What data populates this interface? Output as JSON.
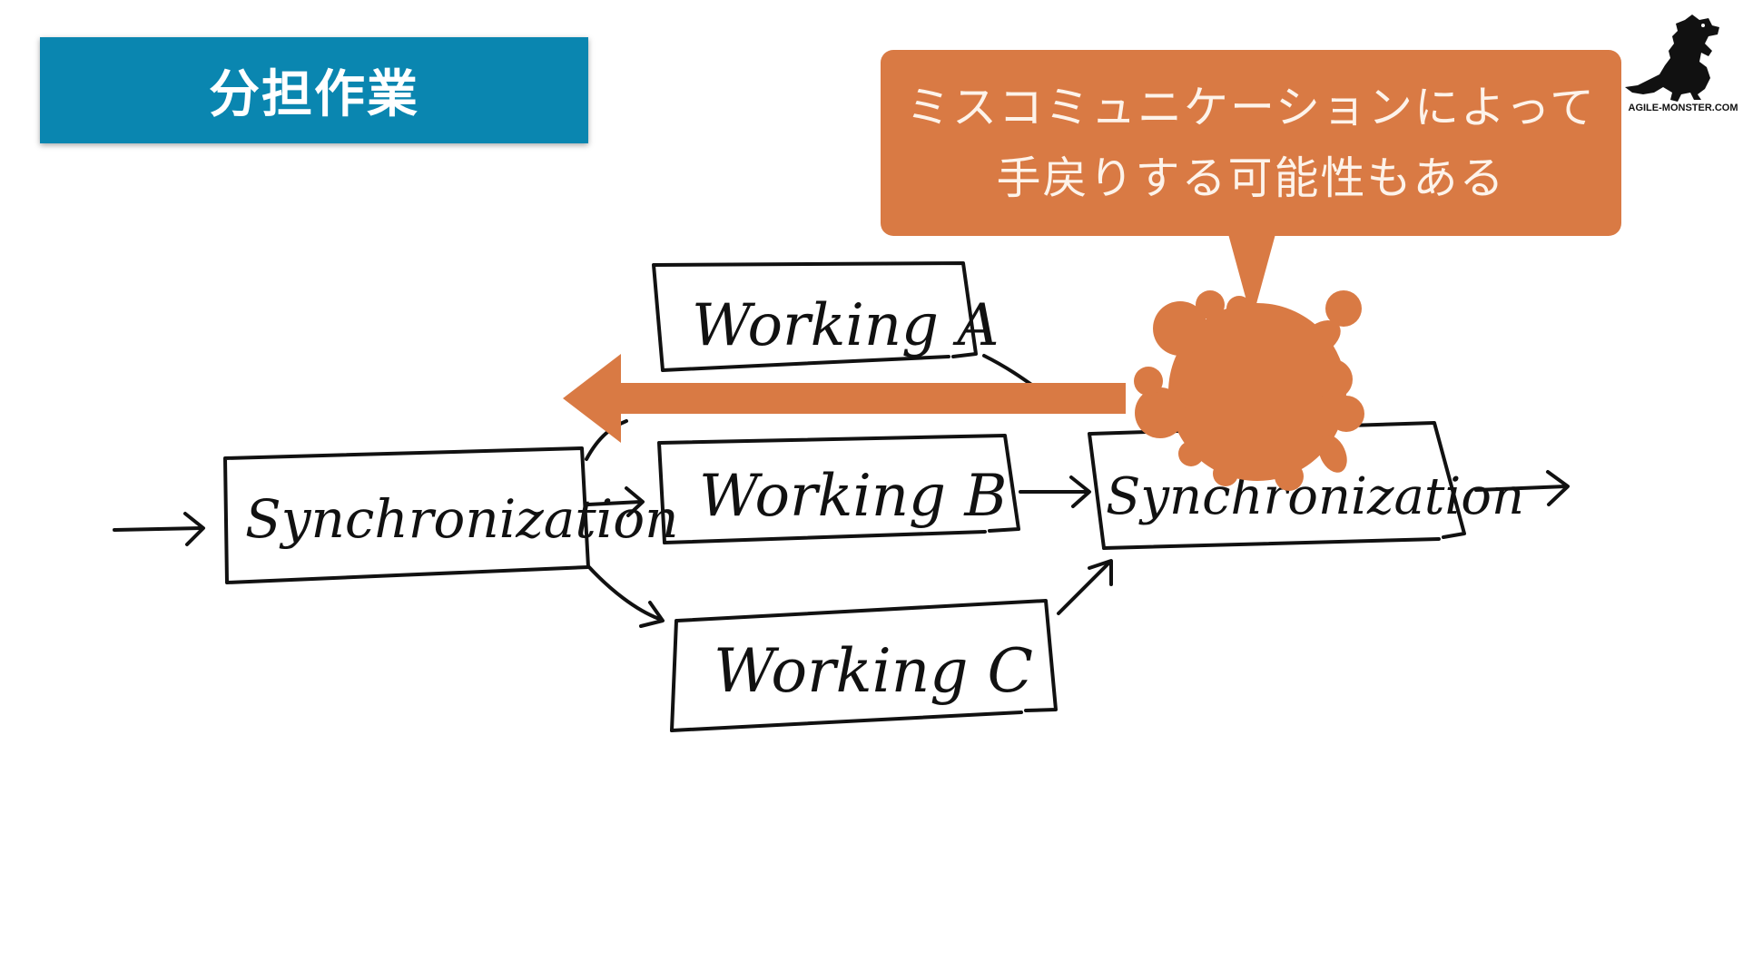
{
  "title": "分担作業",
  "callout": {
    "line1": "ミスコミュニケーションによって",
    "line2": "手戻りする可能性もある"
  },
  "logo": {
    "icon": "monster-silhouette-icon",
    "text": "AGILE-MONSTER.COM"
  },
  "diagram": {
    "sync_left_label": "Synchronization",
    "working_a_label": "Working A",
    "working_b_label": "Working B",
    "working_c_label": "Working C",
    "sync_right_label": "Synchronization"
  },
  "colors": {
    "banner": "#0a86b0",
    "accent_orange": "#d97a44",
    "ink": "#111111"
  },
  "icons": [
    "monster-silhouette-icon",
    "splat-icon",
    "rework-arrow-icon"
  ]
}
